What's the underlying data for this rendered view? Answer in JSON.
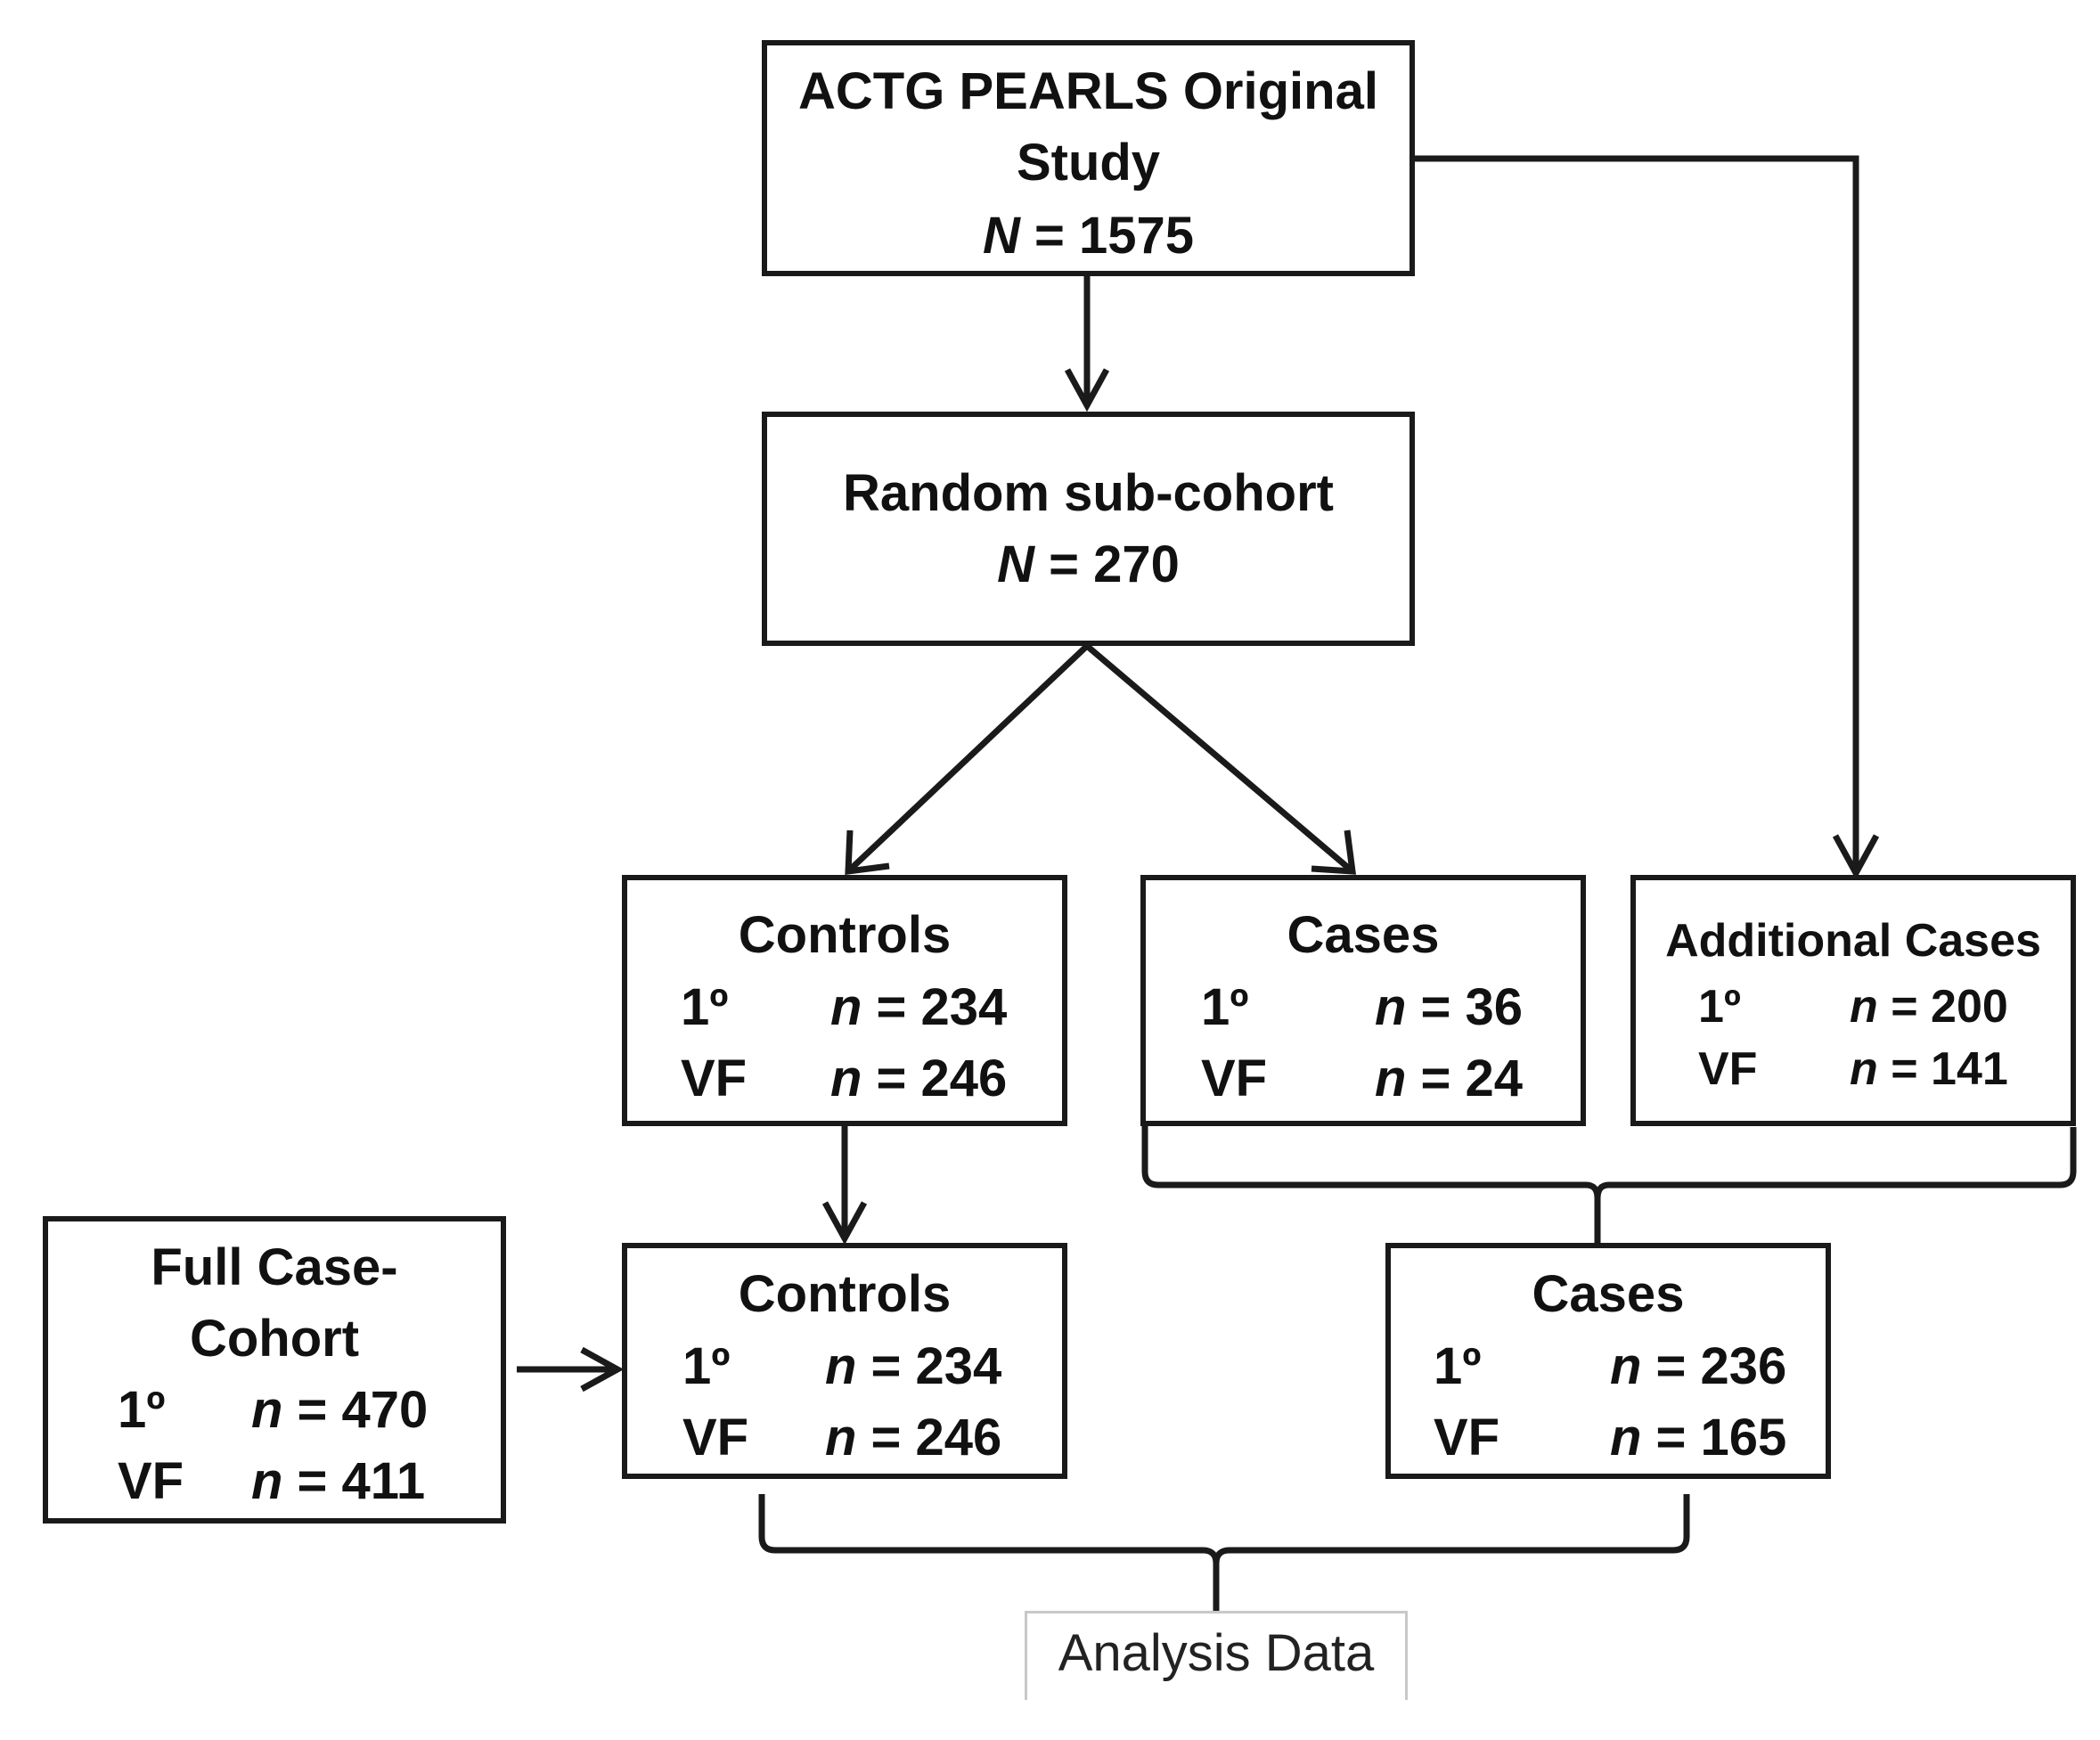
{
  "original_study": {
    "title_line1": "ACTG PEARLS Original",
    "title_line2": "Study",
    "n_symbol": "N",
    "n_rest": " = 1575"
  },
  "random_subcohort": {
    "title": "Random sub-cohort",
    "n_symbol": "N",
    "n_rest": " = 270"
  },
  "controls_top": {
    "title": "Controls",
    "rows": [
      {
        "label": "1º",
        "n_symbol": "n",
        "n_rest": " = 234"
      },
      {
        "label": "VF",
        "n_symbol": "n",
        "n_rest": " = 246"
      }
    ]
  },
  "cases_top": {
    "title": "Cases",
    "rows": [
      {
        "label": "1º",
        "n_symbol": "n",
        "n_rest": " = 36"
      },
      {
        "label": "VF",
        "n_symbol": "n",
        "n_rest": " = 24"
      }
    ]
  },
  "additional_cases": {
    "title": "Additional Cases",
    "rows": [
      {
        "label": "1º",
        "n_symbol": "n",
        "n_rest": " = 200"
      },
      {
        "label": "VF",
        "n_symbol": "n",
        "n_rest": " = 141"
      }
    ]
  },
  "full_case_cohort": {
    "title_line1": "Full Case-",
    "title_line2": "Cohort",
    "rows": [
      {
        "label": "1º",
        "n_symbol": "n",
        "n_rest": " = 470"
      },
      {
        "label": "VF",
        "n_symbol": "n",
        "n_rest": " = 411"
      }
    ]
  },
  "controls_bottom": {
    "title": "Controls",
    "rows": [
      {
        "label": "1º",
        "n_symbol": "n",
        "n_rest": " = 234"
      },
      {
        "label": "VF",
        "n_symbol": "n",
        "n_rest": " = 246"
      }
    ]
  },
  "cases_bottom": {
    "title": "Cases",
    "rows": [
      {
        "label": "1º",
        "n_symbol": "n",
        "n_rest": " = 236"
      },
      {
        "label": "VF",
        "n_symbol": "n",
        "n_rest": " = 165"
      }
    ]
  },
  "analysis_data": {
    "label": "Analysis Data"
  },
  "colors": {
    "line": "#1a1a1a",
    "analysis_border": "#c8c8c8"
  }
}
